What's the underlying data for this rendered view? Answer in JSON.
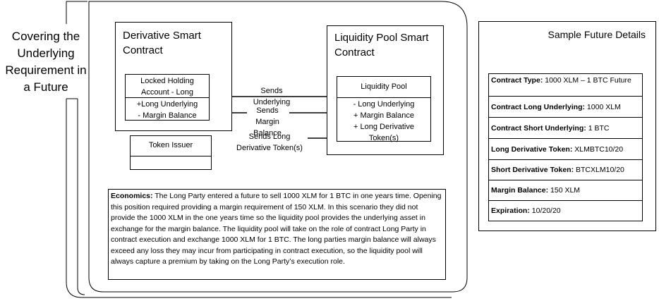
{
  "side_title": "Covering the Underlying Requirement in a Future",
  "derivative": {
    "title": "Derivative Smart Contract",
    "locked_title": "Locked Holding Account - Long",
    "lines": [
      "+Long Underlying",
      "- Margin Balance"
    ]
  },
  "token_issuer": {
    "label": "Token Issuer"
  },
  "liquidity": {
    "title": "Liquidity Pool Smart Contract",
    "pool_title": "Liquidity Pool",
    "lines": [
      "- Long Underlying",
      "+ Margin Balance",
      "+ Long Derivative Token(s)"
    ]
  },
  "arrows": {
    "sends_underlying": "Sends Underlying",
    "sends_margin": "Sends Margin Balance",
    "sends_token": "Sends Long Derivative Token(s)"
  },
  "economics": {
    "label": "Economics:",
    "text": "The Long Party entered a future to sell 1000 XLM for 1 BTC in one years time. Opening this position required providing a margin requirement of 150 XLM. In this scenario they did not provide the 1000 XLM in the one years time so the liquidity pool provides the underlying asset in exchange for the margin balance. The liquidity pool will take on the role of contract Long Party in contract execution and exchange 1000 XLM for 1 BTC. The long parties margin balance will always exceed any loss they may incur from participating in contract execution, so the liquidity pool will always capture a premium by taking on the Long Party’s execution role."
  },
  "details": {
    "title": "Sample Future Details",
    "rows": [
      {
        "label": "Contract Type:",
        "value": "1000 XLM – 1 BTC Future"
      },
      {
        "label": "Contract Long Underlying:",
        "value": "1000 XLM"
      },
      {
        "label": "Contract Short Underlying:",
        "value": "1 BTC"
      },
      {
        "label": "Long Derivative Token:",
        "value": "XLMBTC10/20"
      },
      {
        "label": "Short Derivative Token:",
        "value": "BTCXLM10/20"
      },
      {
        "label": "Margin Balance:",
        "value": "150 XLM"
      },
      {
        "label": "Expiration:",
        "value": "10/20/20"
      }
    ]
  }
}
